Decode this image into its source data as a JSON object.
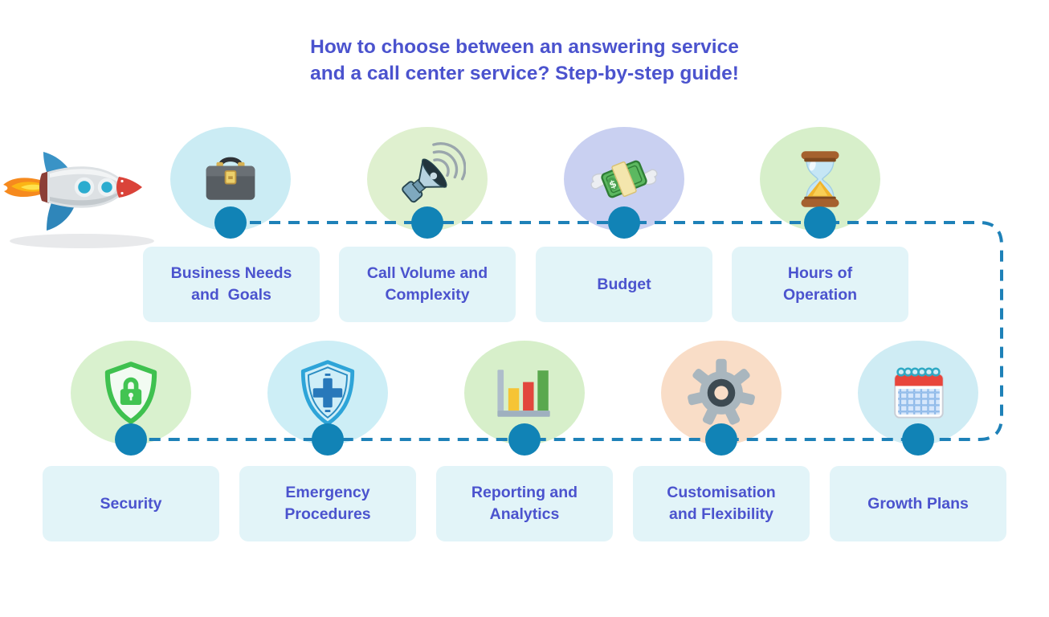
{
  "title": "How to choose between an answering service\nand a call center service? Step-by-step guide!",
  "colors": {
    "title_text": "#4b53ce",
    "label_text": "#4b53ce",
    "label_bg": "#e2f4f8",
    "timeline_dot": "#1183b6",
    "timeline_dash": "#1e81b8"
  },
  "decoration_icon": "rocket-icon",
  "rows": [
    {
      "steps": [
        {
          "label": "Business Needs\nand  Goals",
          "icon": "briefcase-icon",
          "bubble_color": "#cbecf4"
        },
        {
          "label": "Call Volume and\nComplexity",
          "icon": "megaphone-icon",
          "bubble_color": "#dff0cf"
        },
        {
          "label": "Budget",
          "icon": "flying-money-icon",
          "bubble_color": "#c9d0f1"
        },
        {
          "label": "Hours of\nOperation",
          "icon": "hourglass-icon",
          "bubble_color": "#d7efca"
        }
      ]
    },
    {
      "steps": [
        {
          "label": "Security",
          "icon": "shield-lock-icon",
          "bubble_color": "#d9f1ce"
        },
        {
          "label": "Emergency\nProcedures",
          "icon": "shield-plus-icon",
          "bubble_color": "#cdeef6"
        },
        {
          "label": "Reporting and\nAnalytics",
          "icon": "bar-chart-icon",
          "bubble_color": "#d7efca"
        },
        {
          "label": "Customisation\nand Flexibility",
          "icon": "gear-icon",
          "bubble_color": "#f9ddc7"
        },
        {
          "label": "Growth Plans",
          "icon": "calendar-icon",
          "bubble_color": "#cfecf4"
        }
      ]
    }
  ]
}
